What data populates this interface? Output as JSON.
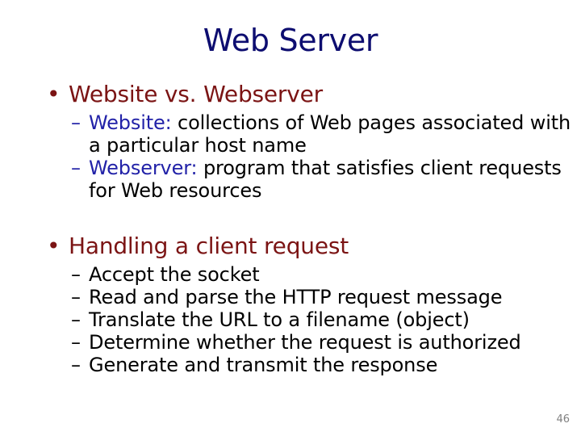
{
  "slide": {
    "title": "Web Server",
    "title_color": "#0d0d70",
    "background_color": "#ffffff",
    "slide_number": "46",
    "slide_number_color": "#808080"
  },
  "colors": {
    "level1_text": "#7b1414",
    "level2_text": "#000000",
    "term_highlight": "#2222a8"
  },
  "bullets": {
    "marker_level1": "•",
    "marker_level2": "–"
  },
  "sections": [
    {
      "heading": "Website vs. Webserver",
      "items": [
        {
          "term": "Website:",
          "body": " collections of Web pages associated with",
          "continuation": "a particular host name",
          "marker_color": "#2222a8"
        },
        {
          "term": "Webserver:",
          "body": " program that satisfies client requests",
          "continuation": "for Web resources",
          "marker_color": "#2222a8"
        }
      ]
    },
    {
      "heading": "Handling a client request",
      "items": [
        {
          "term": "",
          "body": "Accept the socket",
          "continuation": "",
          "marker_color": "#000000"
        },
        {
          "term": "",
          "body": "Read and parse the HTTP request message",
          "continuation": "",
          "marker_color": "#000000"
        },
        {
          "term": "",
          "body": "Translate the URL to a filename (object)",
          "continuation": "",
          "marker_color": "#000000"
        },
        {
          "term": "",
          "body": "Determine whether the request is authorized",
          "continuation": "",
          "marker_color": "#000000"
        },
        {
          "term": "",
          "body": "Generate and transmit the response",
          "continuation": "",
          "marker_color": "#000000"
        }
      ]
    }
  ]
}
